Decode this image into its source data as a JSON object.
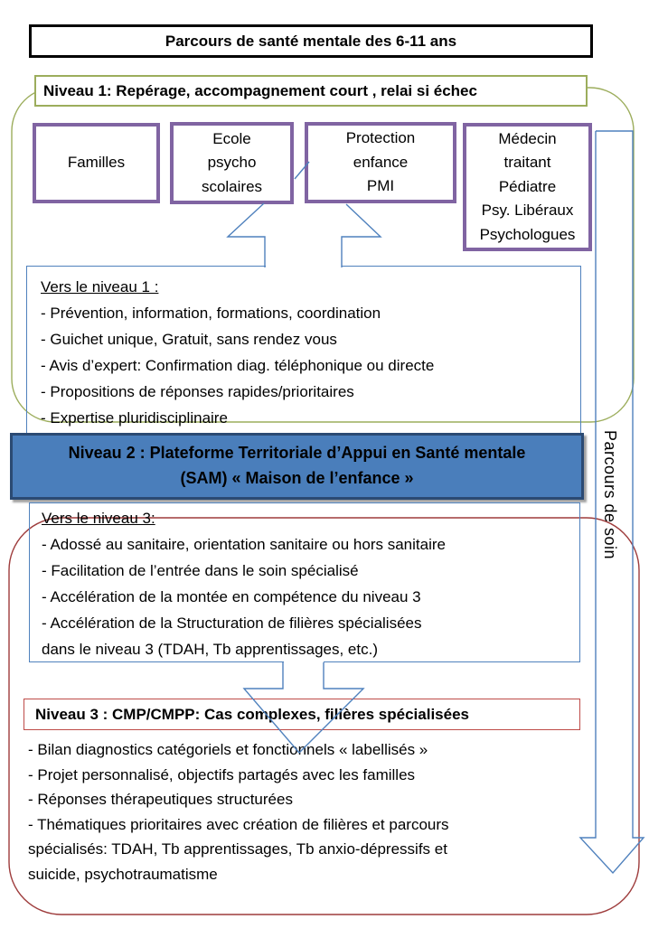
{
  "title": "Parcours de santé mentale des 6-11 ans",
  "level1": {
    "header": "Niveau 1: Repérage, accompagnement court , relai si échec",
    "actors": [
      "Familles",
      "Ecole\npsycho\nscolaires",
      "Protection\nenfance\nPMI",
      "Médecin\ntraitant\nPédiatre\nPsy. Libéraux\nPsychologues"
    ]
  },
  "vers_niveau_1": {
    "heading": "Vers le niveau 1 :",
    "items": [
      "- Prévention, information, formations, coordination",
      "- Guichet unique, Gratuit, sans rendez vous",
      "- Avis d’expert: Confirmation diag. téléphonique ou directe",
      "- Propositions de réponses rapides/prioritaires",
      "- Expertise pluridisciplinaire"
    ]
  },
  "level2": {
    "label": "Niveau 2 : Plateforme Territoriale d’Appui en Santé mentale\n(SAM) « Maison de l’enfance »"
  },
  "vers_niveau_3": {
    "heading": "Vers le niveau 3:",
    "items": [
      "- Adossé au sanitaire, orientation sanitaire ou hors sanitaire",
      "- Facilitation de l’entrée dans le soin spécialisé",
      "- Accélération de la montée en compétence du niveau 3",
      "- Accélération de la Structuration de filières spécialisées\ndans le niveau 3 (TDAH, Tb apprentissages, etc.)"
    ]
  },
  "level3": {
    "header": "Niveau 3 : CMP/CMPP: Cas complexes, filières spécialisées",
    "items": [
      "- Bilan diagnostics catégoriels et fonctionnels « labellisés »",
      "- Projet personnalisé, objectifs partagés avec les familles",
      "- Réponses thérapeutiques structurées",
      "- Thématiques prioritaires avec création de filières et parcours\nspécialisés: TDAH, Tb apprentissages, Tb anxio-dépressifs et\nsuicide, psychotraumatisme"
    ]
  },
  "side_arrow": {
    "label": "Parcours de soin"
  },
  "colors": {
    "actor_border_purple": "#8064A2",
    "flow_blue": "#4F81BD",
    "level1_green": "#9CAD5C",
    "level3_red": "#BE4B48",
    "group_red_curve": "#9E3C3C",
    "level2_fill": "#4A7EBB",
    "level2_border": "#2B4A73"
  }
}
